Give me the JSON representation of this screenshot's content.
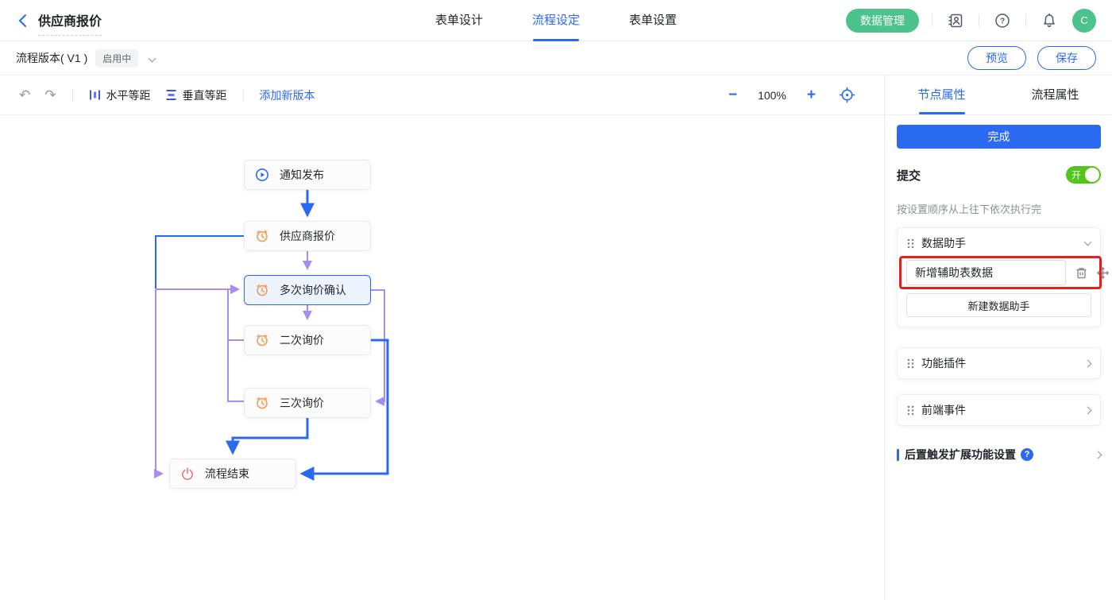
{
  "header": {
    "title": "供应商报价",
    "tabs": [
      {
        "label": "表单设计",
        "active": false
      },
      {
        "label": "流程设定",
        "active": true
      },
      {
        "label": "表单设置",
        "active": false
      }
    ],
    "data_manage_label": "数据管理",
    "avatar_text": "C"
  },
  "version_bar": {
    "version_label": "流程版本( V1 )",
    "status_badge": "启用中",
    "preview_label": "预览",
    "save_label": "保存"
  },
  "toolbar": {
    "distribute_h_label": "水平等距",
    "distribute_v_label": "垂直等距",
    "add_version_label": "添加新版本",
    "zoom_out_label": "−",
    "zoom_level": "100%",
    "zoom_in_label": "+"
  },
  "icons": {
    "undo_glyph": "↶",
    "redo_glyph": "↷",
    "help_glyph": "?"
  },
  "flow": {
    "nodes": [
      {
        "label": "通知发布",
        "icon": "play-icon",
        "selected": false
      },
      {
        "label": "供应商报价",
        "icon": "clock-icon",
        "selected": false
      },
      {
        "label": "多次询价确认",
        "icon": "clock-icon",
        "selected": true
      },
      {
        "label": "二次询价",
        "icon": "clock-icon",
        "selected": false
      },
      {
        "label": "三次询价",
        "icon": "clock-icon",
        "selected": false
      },
      {
        "label": "流程结束",
        "icon": "power-icon",
        "selected": false
      }
    ],
    "edge_colors": {
      "blue": "#2A6AF2",
      "purple": "#A78CF2"
    }
  },
  "panel": {
    "tabs": [
      {
        "label": "节点属性",
        "active": true
      },
      {
        "label": "流程属性",
        "active": false
      }
    ],
    "done_label": "完成",
    "submit_label": "提交",
    "toggle_on_label": "开",
    "order_note": "按设置顺序从上往下依次执行完",
    "data_helper": {
      "title": "数据助手",
      "input_value": "新增辅助表数据",
      "new_button_label": "新建数据助手"
    },
    "plugin_title": "功能插件",
    "frontend_event_title": "前端事件",
    "post_trigger_label": "后置触发扩展功能设置"
  },
  "colors": {
    "accent_blue": "#2A6AF2",
    "green_button": "#4CC38C",
    "toggle_green": "#52C41A",
    "highlight_red": "#E2211C",
    "node_orange": "#F2994E",
    "node_end_red": "#EF6B6B"
  }
}
